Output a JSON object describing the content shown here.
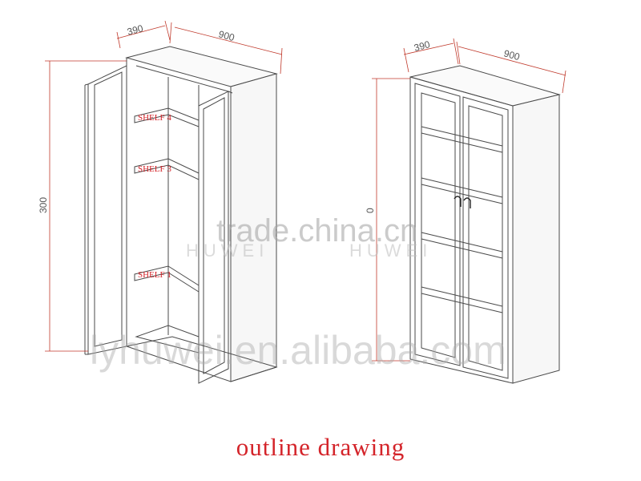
{
  "drawing": {
    "left_cabinet": {
      "depth_label": "390",
      "width_label": "900",
      "height_label": "300",
      "shelf_labels": [
        "SHELF 4",
        "SHELF 3",
        "SHELF 1"
      ]
    },
    "right_cabinet": {
      "depth_label": "390",
      "width_label": "900",
      "height_label": "0"
    }
  },
  "watermarks": {
    "site": "trade.china.cn",
    "shop": "lyhuwei.en.alibaba.com",
    "brand_left": "HUWEI",
    "brand_right": "HUWEI"
  },
  "caption": "outline drawing",
  "colors": {
    "line": "#4a4a4a",
    "dimension": "#c0392b",
    "caption": "#d4242a"
  }
}
